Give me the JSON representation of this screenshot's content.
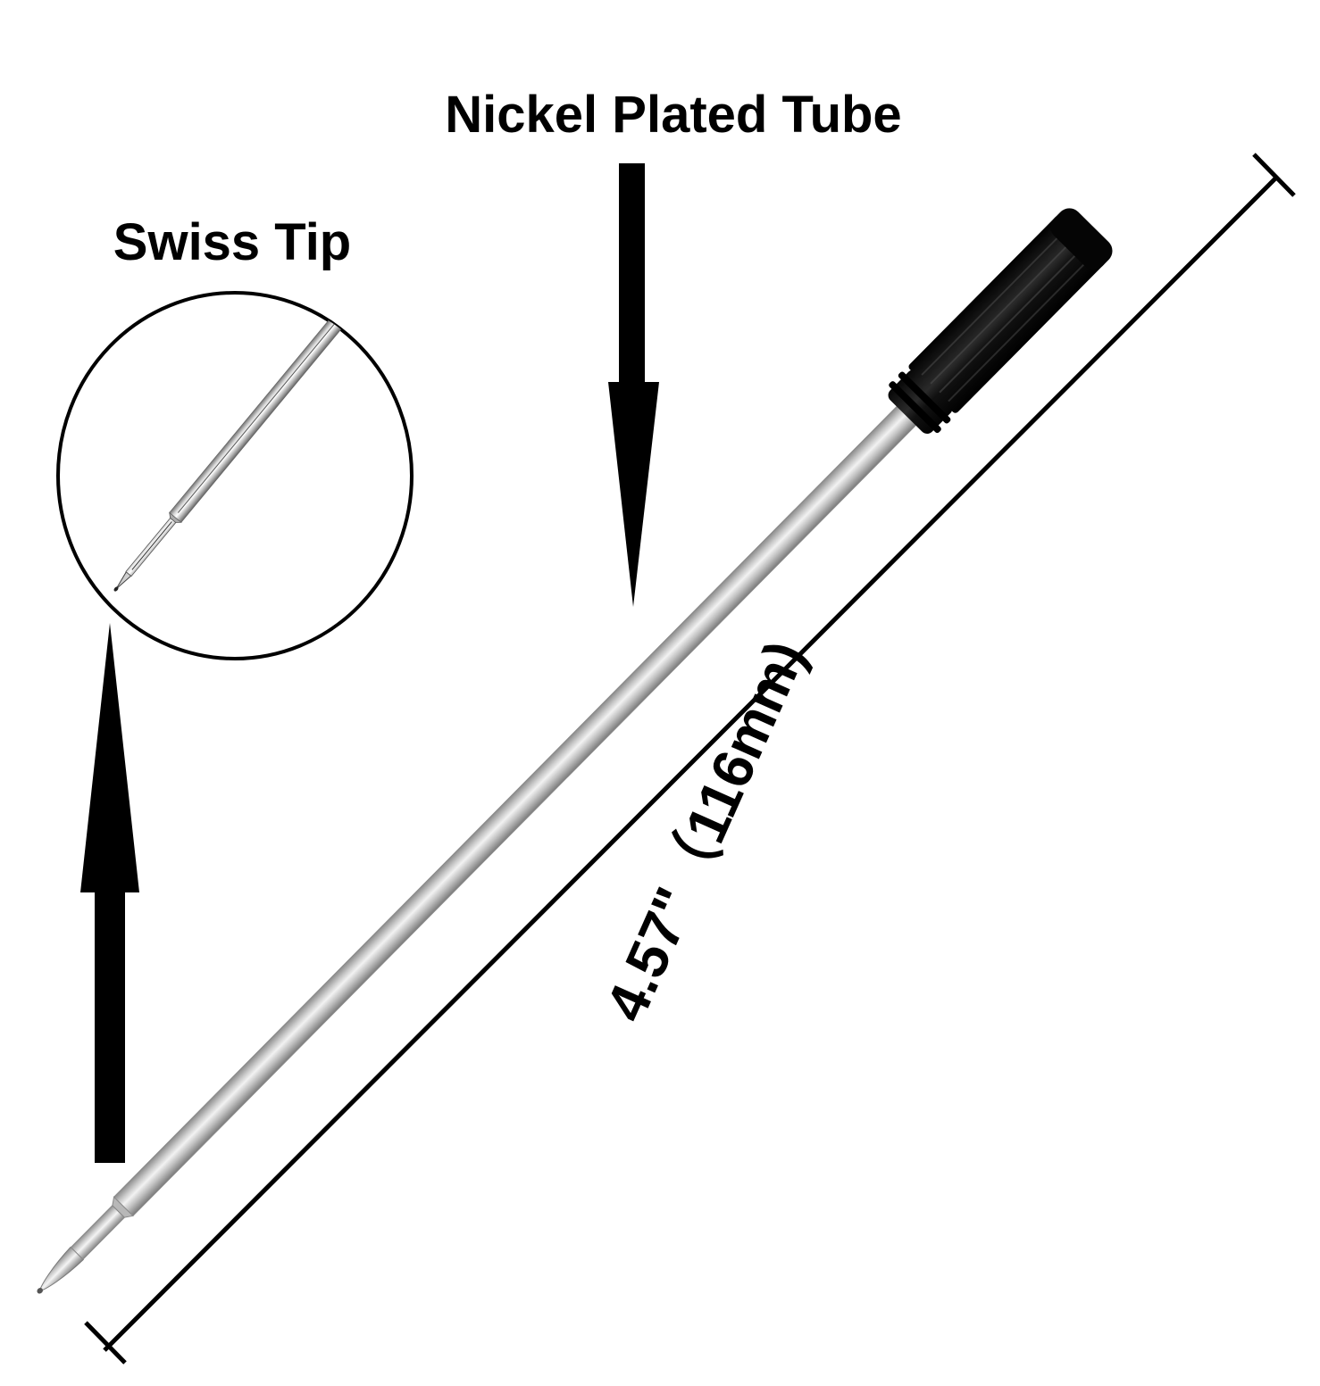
{
  "labels": {
    "tube": "Nickel Plated Tube",
    "tip": "Swiss Tip",
    "length": "4.57\"（116mm)"
  },
  "colors": {
    "background": "#ffffff",
    "ink": "#000000",
    "tube_light": "#f2f2f2",
    "tube_mid": "#c8c8c8",
    "tube_dark": "#8a8a8a",
    "cap": "#0a0a0a"
  }
}
